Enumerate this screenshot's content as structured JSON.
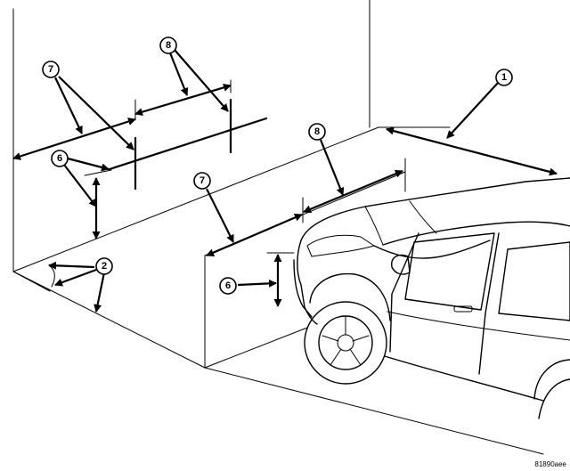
{
  "callouts": {
    "c1": "1",
    "c2": "2",
    "c6a": "6",
    "c6b": "6",
    "c7a": "7",
    "c7b": "7",
    "c8a": "8",
    "c8b": "8"
  },
  "figure_code": "81890aee"
}
